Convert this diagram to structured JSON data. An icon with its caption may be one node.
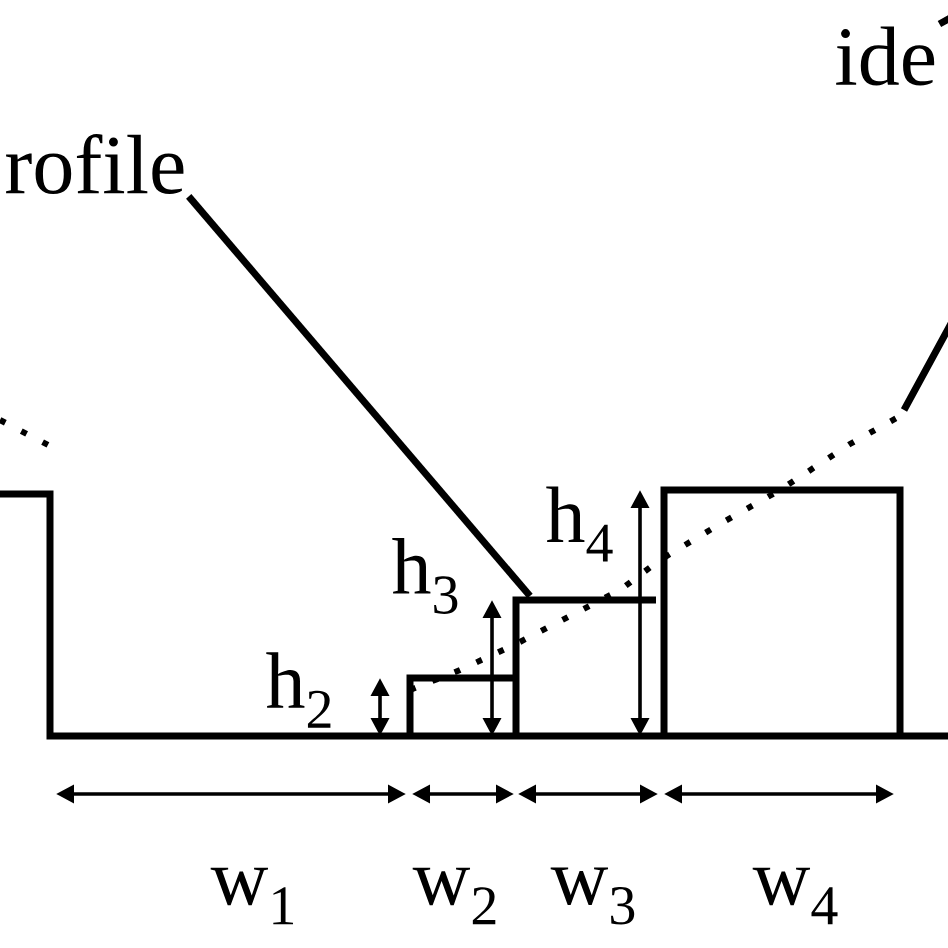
{
  "diagram": {
    "nodes": [
      {
        "text": [
          "rofile"
        ]
      },
      {
        "text": [
          "ide"
        ]
      }
    ],
    "edges": [
      {
        "from": 0,
        "to": null,
        "arrow": "none"
      },
      {
        "from": 1,
        "to": null,
        "arrow": "none"
      }
    ],
    "labels": [
      "h$_{4}$",
      "h$_{3}$",
      "h$_{2}$",
      "w$_{1}$",
      "w$_{2}$",
      "w$_{3}$",
      "w$_{4}$"
    ]
  }
}
